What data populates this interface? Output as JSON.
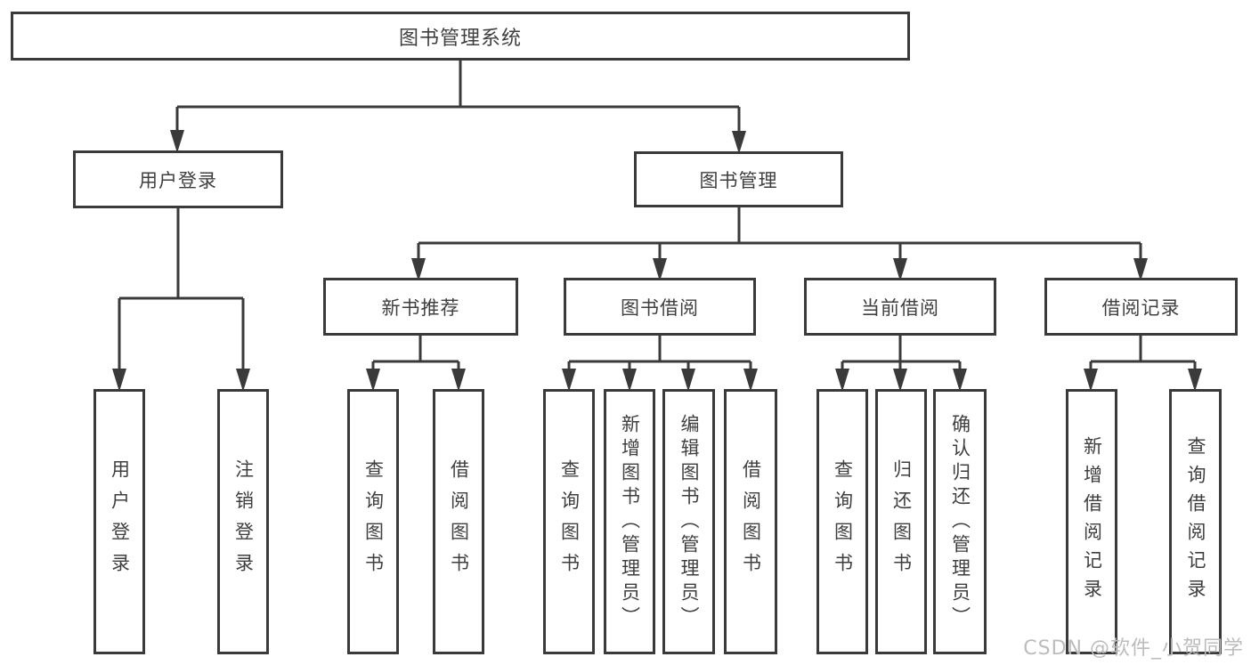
{
  "diagram_title": "图书管理系统",
  "nodes": {
    "root": {
      "label": "图书管理系统"
    },
    "userLogin": {
      "label": "用户登录"
    },
    "bookManagement": {
      "label": "图书管理"
    },
    "newBookRecommend": {
      "label": "新书推荐"
    },
    "bookBorrowing": {
      "label": "图书借阅"
    },
    "currentBorrowing": {
      "label": "当前借阅"
    },
    "borrowingRecords": {
      "label": "借阅记录"
    },
    "leaves": {
      "loginUser": {
        "label": "用户登录",
        "parent": "用户登录"
      },
      "logout": {
        "label": "注销登录",
        "parent": "用户登录"
      },
      "queryBooksRec": {
        "label": "查询图书",
        "parent": "新书推荐"
      },
      "borrowBooksRec": {
        "label": "借阅图书",
        "parent": "新书推荐"
      },
      "queryBooksBor": {
        "label": "查询图书",
        "parent": "图书借阅"
      },
      "addBook": {
        "label": "新增图书（管理员）",
        "parent": "图书借阅"
      },
      "editBook": {
        "label": "编辑图书（管理员）",
        "parent": "图书借阅"
      },
      "borrowBooksBor": {
        "label": "借阅图书",
        "parent": "图书借阅"
      },
      "queryBooksCur": {
        "label": "查询图书",
        "parent": "当前借阅"
      },
      "returnBook": {
        "label": "归还图书",
        "parent": "当前借阅"
      },
      "confirmReturn": {
        "label": "确认归还（管理员）",
        "parent": "当前借阅"
      },
      "addBorrowRecord": {
        "label": "新增借阅记录",
        "parent": "借阅记录"
      },
      "queryBorrowRecord": {
        "label": "查询借阅记录",
        "parent": "借阅记录"
      }
    }
  },
  "watermark": {
    "text": "CSDN @软件_小贺同学"
  },
  "colors": {
    "line": "#3a3a3a",
    "text": "#3f3f3f",
    "box_background": "#ffffff",
    "watermark": "#bcbcbc"
  }
}
